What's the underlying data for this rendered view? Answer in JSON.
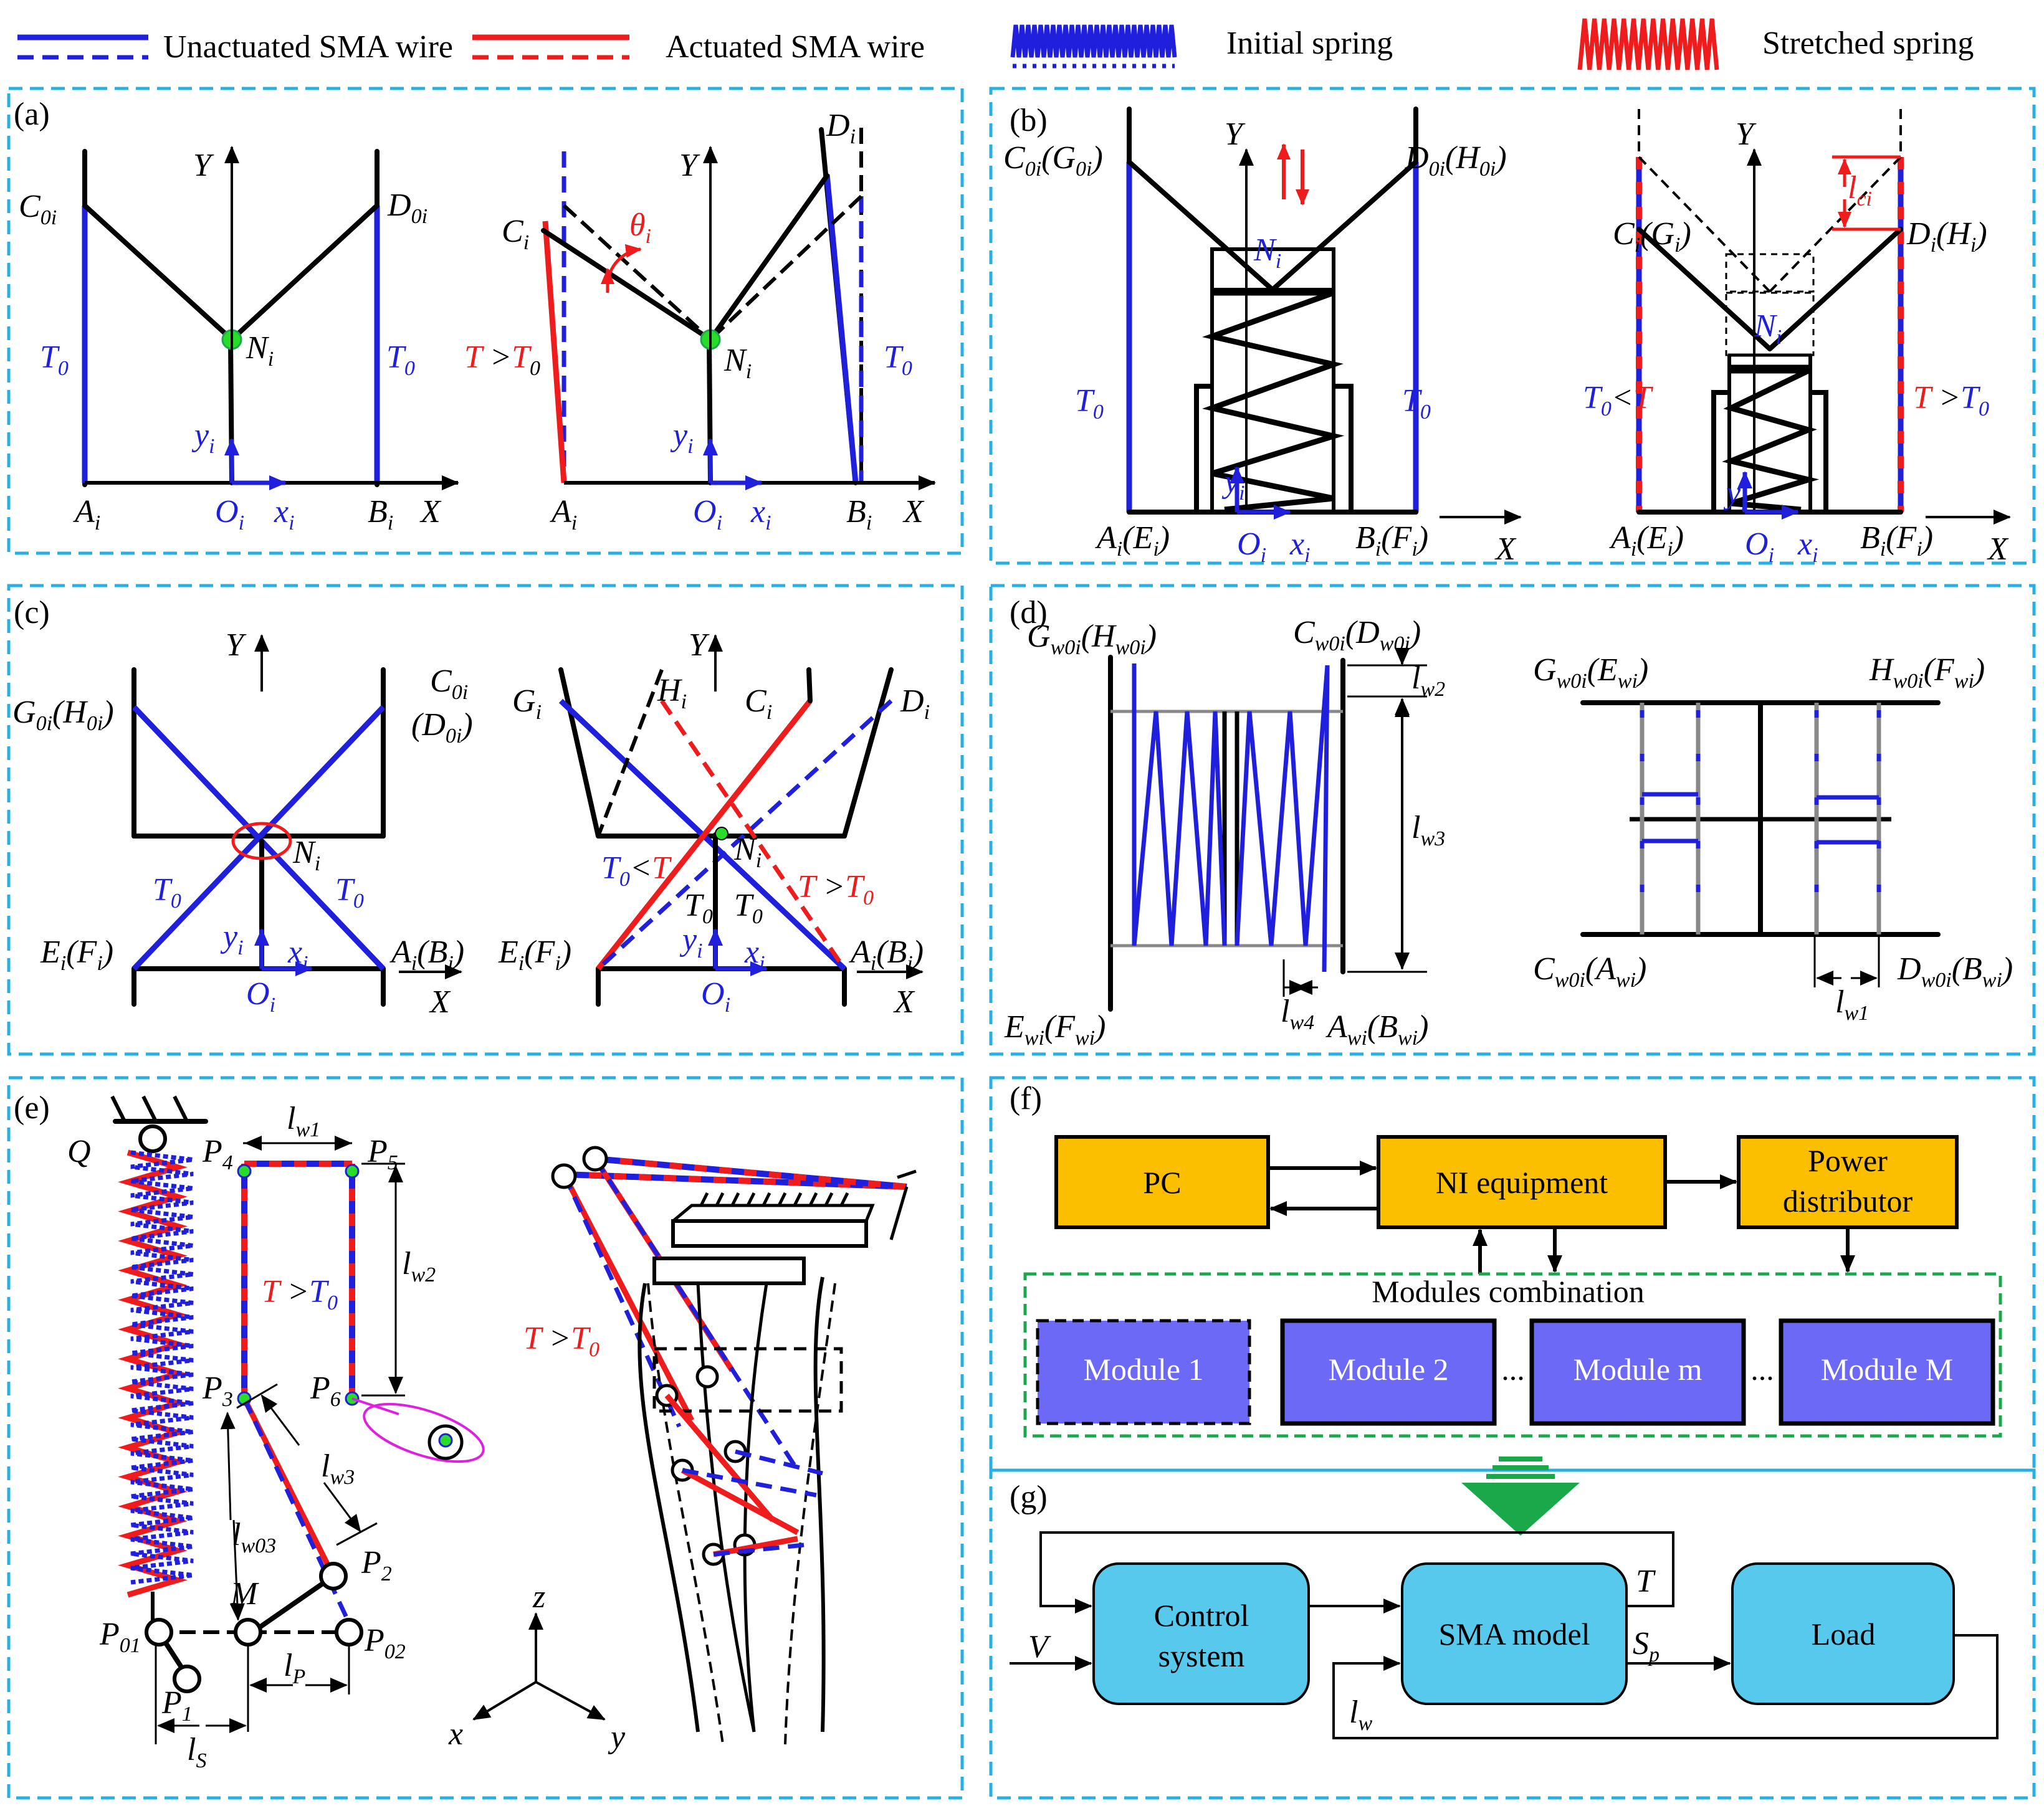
{
  "legend": {
    "unactuated": "Unactuated SMA wire",
    "actuated": "Actuated SMA wire",
    "initial_spring": "Initial spring",
    "stretched_spring": "Stretched spring"
  },
  "panels": {
    "a": "(a)",
    "b": "(b)",
    "c": "(c)",
    "d": "(d)",
    "e": "(e)",
    "f": "(f)",
    "g": "(g)"
  },
  "colors": {
    "frame": "#2ab0e0",
    "unactuated": "#1f1fdc",
    "actuated": "#ee1c1c",
    "ni_box": "#fcbf00",
    "module_box": "#6b69f5",
    "control_box": "#56c9ec",
    "arrow_green": "#1aa84a"
  },
  "flowchart": {
    "pc": "PC",
    "ni": "NI equipment",
    "power_line1": "Power",
    "power_line2": "distributor",
    "modules_title": "Modules combination",
    "modules": [
      "Module 1",
      "Module 2",
      "Module m",
      "Module M"
    ],
    "ellipsis": "..."
  },
  "control": {
    "control_line1": "Control",
    "control_line2": "system",
    "sma_model": "SMA model",
    "load": "Load",
    "input": "V",
    "feedback_t": "T",
    "sp": "S",
    "sp_sub": "p",
    "lw": "l",
    "lw_sub": "w"
  }
}
